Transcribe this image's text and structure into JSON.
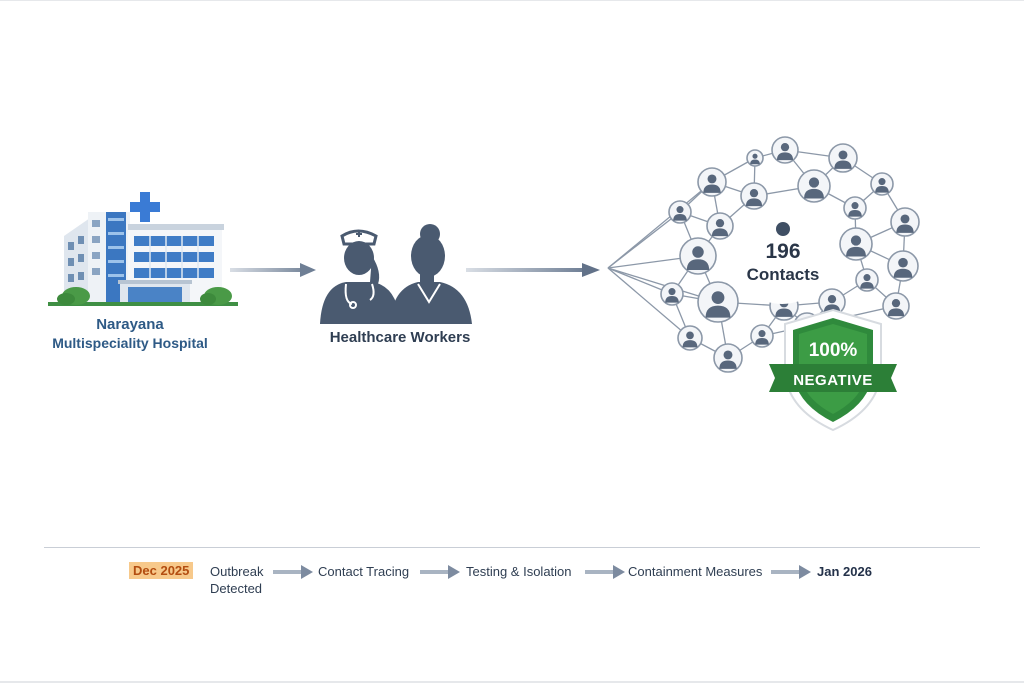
{
  "hospital": {
    "name_line1": "Narayana",
    "name_line2": "Multispeciality Hospital"
  },
  "workers": {
    "label": "Healthcare Workers"
  },
  "contacts": {
    "count": "196",
    "label": "Contacts"
  },
  "result_badge": {
    "percent": "100%",
    "label": "NEGATIVE"
  },
  "timeline": {
    "start_date": "Dec 2025",
    "step1_line1": "Outbreak",
    "step1_line2": "Detected",
    "step2": "Contact Tracing",
    "step3": "Testing & Isolation",
    "step4": "Containment Measures",
    "end_date": "Jan 2026"
  },
  "colors": {
    "hospital_blue": "#2e5a86",
    "worker_slate": "#4a5a70",
    "shield_green": "#2f8a3c",
    "timeline_badge": "#f7c98b"
  },
  "icons": [
    "hospital-icon",
    "nurse-icon",
    "doctor-icon",
    "person-icon",
    "shield-icon",
    "arrow-right-icon"
  ]
}
